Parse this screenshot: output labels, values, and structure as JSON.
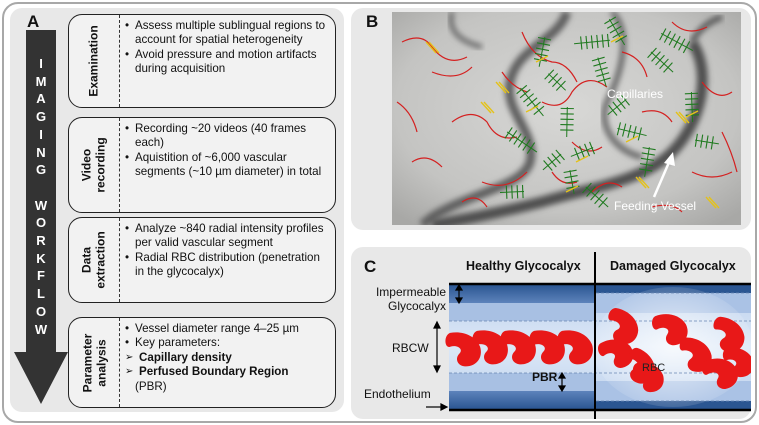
{
  "panel_a": {
    "label": "A",
    "workflow_title": "IMAGING WORKFLOW",
    "sections": [
      {
        "title": "Examination",
        "items": [
          {
            "kind": "bullet",
            "text": "Assess multiple sublingual regions to account for spatial heterogeneity"
          },
          {
            "kind": "bullet",
            "text": "Avoid pressure and motion artifacts during acquisition"
          }
        ]
      },
      {
        "title": "Video\nrecording",
        "items": [
          {
            "kind": "bullet",
            "text": "Recording  ~20 videos (40 frames each)"
          },
          {
            "kind": "bullet",
            "text": "Aquistition of ~6,000 vascular segments (~10 µm diameter) in total"
          }
        ]
      },
      {
        "title": "Data\nextraction",
        "items": [
          {
            "kind": "bullet",
            "text": "Analyze ~840 radial intensity profiles per valid vascular segment"
          },
          {
            "kind": "bullet",
            "text": "Radial RBC distribution (penetration in the glycocalyx)"
          }
        ]
      },
      {
        "title": "Parameter\nanalysis",
        "items": [
          {
            "kind": "bullet",
            "text": "Vessel diameter range 4–25 µm"
          },
          {
            "kind": "bullet",
            "text": "Key parameters:"
          },
          {
            "kind": "sub",
            "text": "Capillary density"
          },
          {
            "kind": "sub",
            "text": "Perfused Boundary Region"
          },
          {
            "kind": "plain",
            "text": "(PBR)"
          }
        ]
      }
    ]
  },
  "panel_b": {
    "label": "B",
    "capillaries_label": "Capillaries",
    "feeding_vessel_label": "Feeding Vessel",
    "colors": {
      "red": "#d42020",
      "green": "#1f7a1f",
      "yellow": "#e4c21a"
    }
  },
  "panel_c": {
    "label": "C",
    "healthy_title": "Healthy Glycocalyx",
    "damaged_title": "Damaged Glycocalyx",
    "impermeable_label": "Impermeable\nGlycocalyx",
    "rbcw_label": "RBCW",
    "endothelium_label": "Endothelium",
    "pbr_label": "PBR",
    "rbc_label": "RBC",
    "colors": {
      "rbc": "#e81818",
      "dark_blue": "#2e5c9a",
      "light_blue": "#c5d7ef"
    }
  }
}
